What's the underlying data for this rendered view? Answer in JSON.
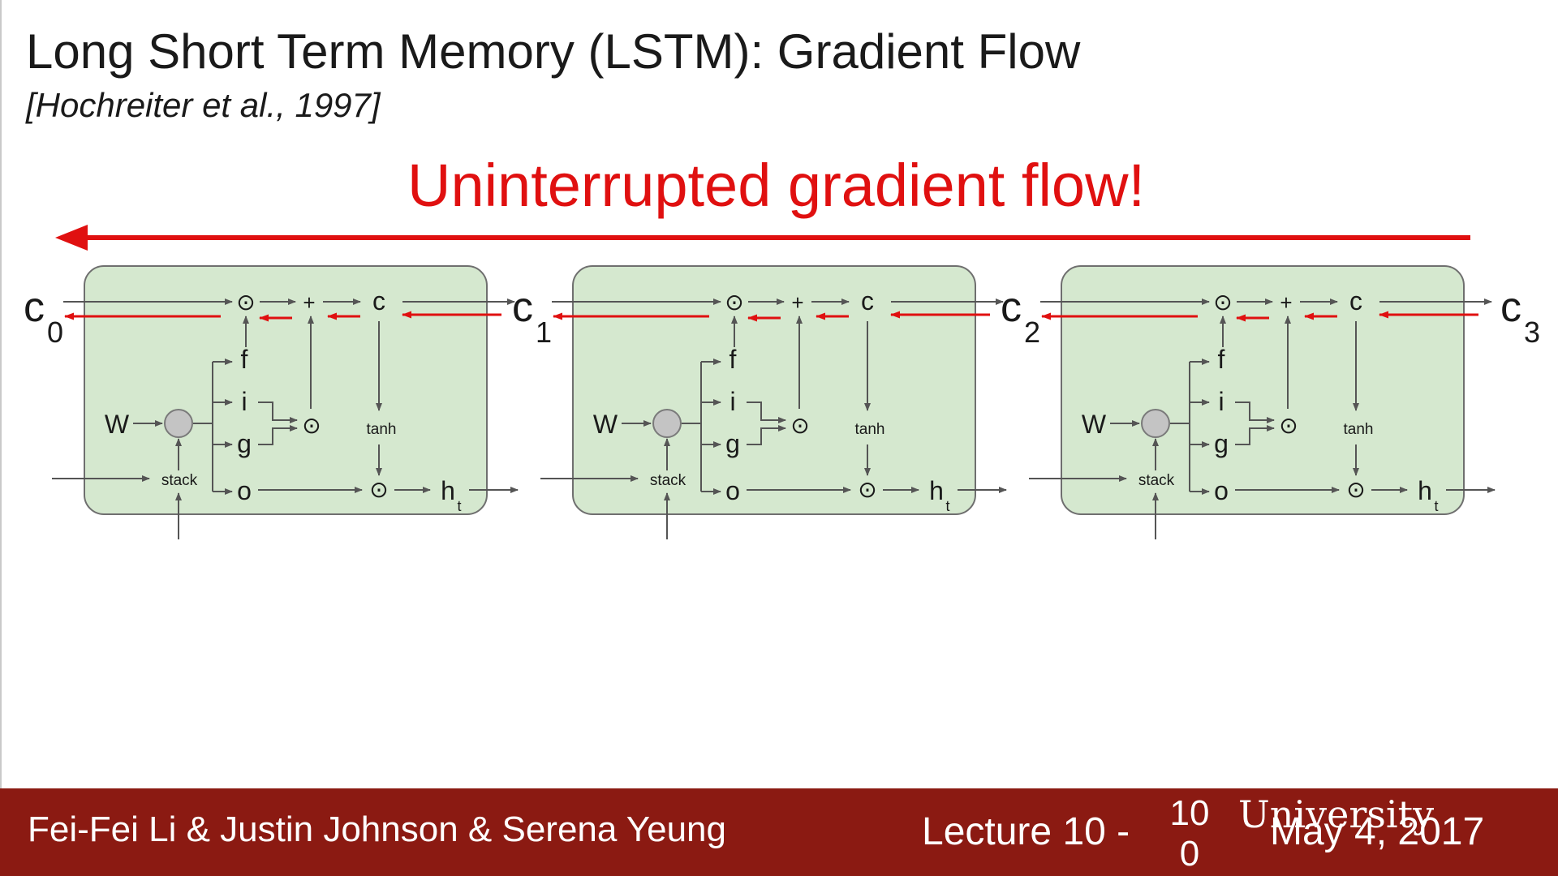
{
  "slide": {
    "title": "Long Short Term Memory (LSTM): Gradient Flow",
    "citation": "[Hochreiter et al., 1997]",
    "headline": "Uninterrupted gradient flow!",
    "headline_color": "#e01010"
  },
  "diagram": {
    "cell_fill": "#d5e8cf",
    "gradient_color": "#e01010",
    "cells": [
      {
        "state_in": {
          "main": "c",
          "sub": "0"
        },
        "weight": "W",
        "stack": "stack",
        "gates": [
          "f",
          "i",
          "g",
          "o"
        ],
        "mult": "⊙",
        "add": "+",
        "cell_state": "c",
        "activation": "tanh",
        "hidden": {
          "main": "h",
          "sub": "t"
        }
      },
      {
        "state_in": {
          "main": "c",
          "sub": "1"
        },
        "weight": "W",
        "stack": "stack",
        "gates": [
          "f",
          "i",
          "g",
          "o"
        ],
        "mult": "⊙",
        "add": "+",
        "cell_state": "c",
        "activation": "tanh",
        "hidden": {
          "main": "h",
          "sub": "t"
        }
      },
      {
        "state_in": {
          "main": "c",
          "sub": "2"
        },
        "weight": "W",
        "stack": "stack",
        "gates": [
          "f",
          "i",
          "g",
          "o"
        ],
        "mult": "⊙",
        "add": "+",
        "cell_state": "c",
        "activation": "tanh",
        "hidden": {
          "main": "h",
          "sub": "t"
        }
      }
    ],
    "final_state": {
      "main": "c",
      "sub": "3"
    }
  },
  "footer": {
    "authors": "Fei-Fei Li & Justin Johnson & Serena Yeung",
    "lecture": "Lecture 10 -",
    "page": "100",
    "date": "May 4, 2017",
    "watermark": "University",
    "background_color": "#8b1a12"
  }
}
